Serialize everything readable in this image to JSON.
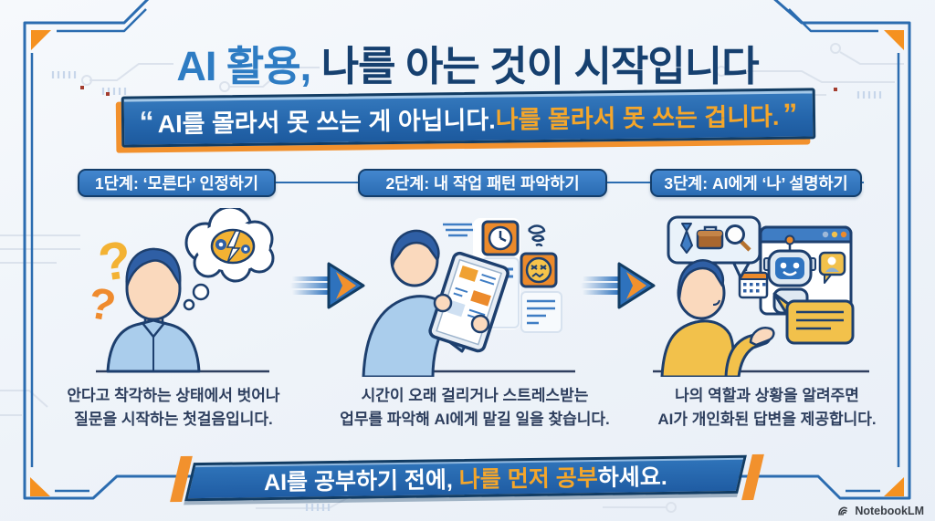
{
  "header": {
    "title_highlight": "AI 활용,",
    "title_rest": " 나를 아는 것이 시작입니다",
    "quote_open": "“",
    "quote_white": "AI를 몰라서 못 쓰는 게 아닙니다. ",
    "quote_orange": "나를 몰라서 못 쓰는 겁니다.",
    "quote_close": "”"
  },
  "steps": [
    {
      "label": "1단계: ‘모른다’ 인정하기",
      "caption_line1": "안다고 착각하는 상태에서 벗어나",
      "caption_line2": "질문을 시작하는 첫걸음입니다.",
      "illustration": "person with question marks and brain thought bubble"
    },
    {
      "label": "2단계: 내 작업 패턴 파악하기",
      "caption_line1": "시간이 오래 걸리거나 스트레스받는",
      "caption_line2": "업무를 파악해 AI에게 맡길 일을 찾습니다.",
      "illustration": "person reviewing task cards on a tablet"
    },
    {
      "label": "3단계: AI에게 ‘나’ 설명하기",
      "caption_line1": "나의 역할과 상황을 알려주면",
      "caption_line2": "AI가 개인화된 답변을 제공합니다.",
      "illustration": "person explaining themself to an AI robot"
    }
  ],
  "footer": {
    "text_white_1": "AI를 공부하기 전에, ",
    "text_orange": "나를 먼저 공부",
    "text_white_2": "하세요."
  },
  "watermark": {
    "label": "NotebookLM"
  },
  "icons": {
    "right-arrow-icon": "blue arrow with orange chevron",
    "question-mark-icon": "?",
    "thought-bubble-icon": "cloud bubble",
    "brain-icon": "brain with gears and lightning",
    "clock-icon": "clock on orange card",
    "angry-face-icon": "stressed emoji on orange card",
    "tablet-icon": "tablet with task cards",
    "tie-icon": "necktie",
    "briefcase-icon": "briefcase",
    "magnifier-icon": "magnifying glass",
    "robot-icon": "chatbot robot in browser window",
    "calendar-icon": "calendar",
    "speech-bubble-icon": "speech bubble with text lines",
    "notebooklm-logo-icon": "NotebookLM swirl"
  },
  "colors": {
    "accent_blue": "#2e7cc3",
    "navy": "#16406f",
    "banner_blue": "#2465ab",
    "orange": "#f2912d",
    "quote_orange": "#f5a62a",
    "caption_text": "#2e3f5e",
    "frame_blue": "#2b6cb0",
    "background": "#f3f6fa"
  }
}
